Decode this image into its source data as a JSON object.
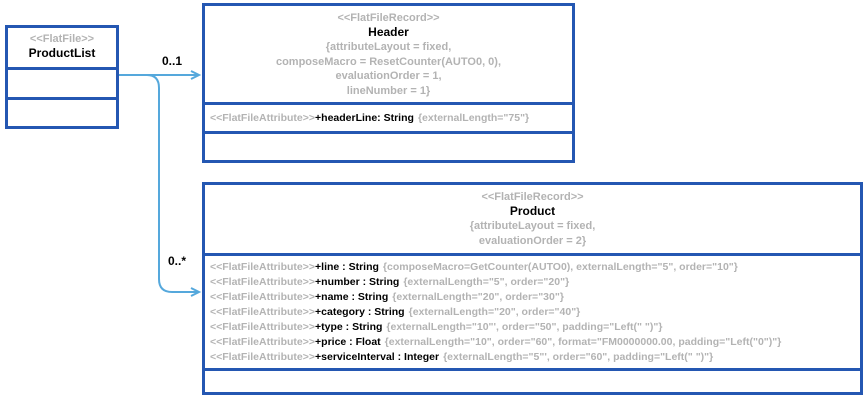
{
  "productlist": {
    "stereotype": "<<FlatFile>>",
    "name": "ProductList"
  },
  "header": {
    "stereotype": "<<FlatFileRecord>>",
    "name": "Header",
    "properties": [
      "{attributeLayout = fixed,",
      "composeMacro = ResetCounter(AUTO0, 0),",
      "evaluationOrder = 1,",
      "lineNumber = 1}"
    ],
    "attributes": [
      {
        "stereotype": "<<FlatFileAttribute>>",
        "signature": "+headerLine: String",
        "tags": "{externalLength=\"75\"}"
      }
    ]
  },
  "product": {
    "stereotype": "<<FlatFileRecord>>",
    "name": "Product",
    "properties": [
      "{attributeLayout = fixed,",
      "evaluationOrder = 2}"
    ],
    "attributes": [
      {
        "stereotype": "<<FlatFileAttribute>>",
        "signature": "+line : String",
        "tags": "{composeMacro=GetCounter(AUTO0), externalLength=\"5\", order=\"10\"}"
      },
      {
        "stereotype": "<<FlatFileAttribute>>",
        "signature": "+number : String",
        "tags": "{externalLength=\"5\", order=\"20\"}"
      },
      {
        "stereotype": "<<FlatFileAttribute>>",
        "signature": "+name : String",
        "tags": "{externalLength=\"20\", order=\"30\"}"
      },
      {
        "stereotype": "<<FlatFileAttribute>>",
        "signature": "+category : String",
        "tags": "{externalLength=\"20\", order=\"40\"}"
      },
      {
        "stereotype": "<<FlatFileAttribute>>",
        "signature": "+type : String",
        "tags": "{externalLength=\"10\"', order=\"50\", padding=\"Left(\" \")\"}"
      },
      {
        "stereotype": "<<FlatFileAttribute>>",
        "signature": "+price : Float",
        "tags": "{externalLength=\"10\", order=\"60\", format=\"FM0000000.00, padding=\"Left(\"0\")\"}"
      },
      {
        "stereotype": "<<FlatFileAttribute>>",
        "signature": "+serviceInterval : Integer",
        "tags": "{externalLength=\"5\"', order=\"60\", padding=\"Left(\" \")\"}"
      }
    ]
  },
  "edges": {
    "header_multiplicity": "0..1",
    "product_multiplicity": "0..*"
  },
  "colors": {
    "box_border": "#2457b2",
    "edge": "#55a8dc",
    "muted_text": "#b3b3b3",
    "name_text": "#000000"
  }
}
